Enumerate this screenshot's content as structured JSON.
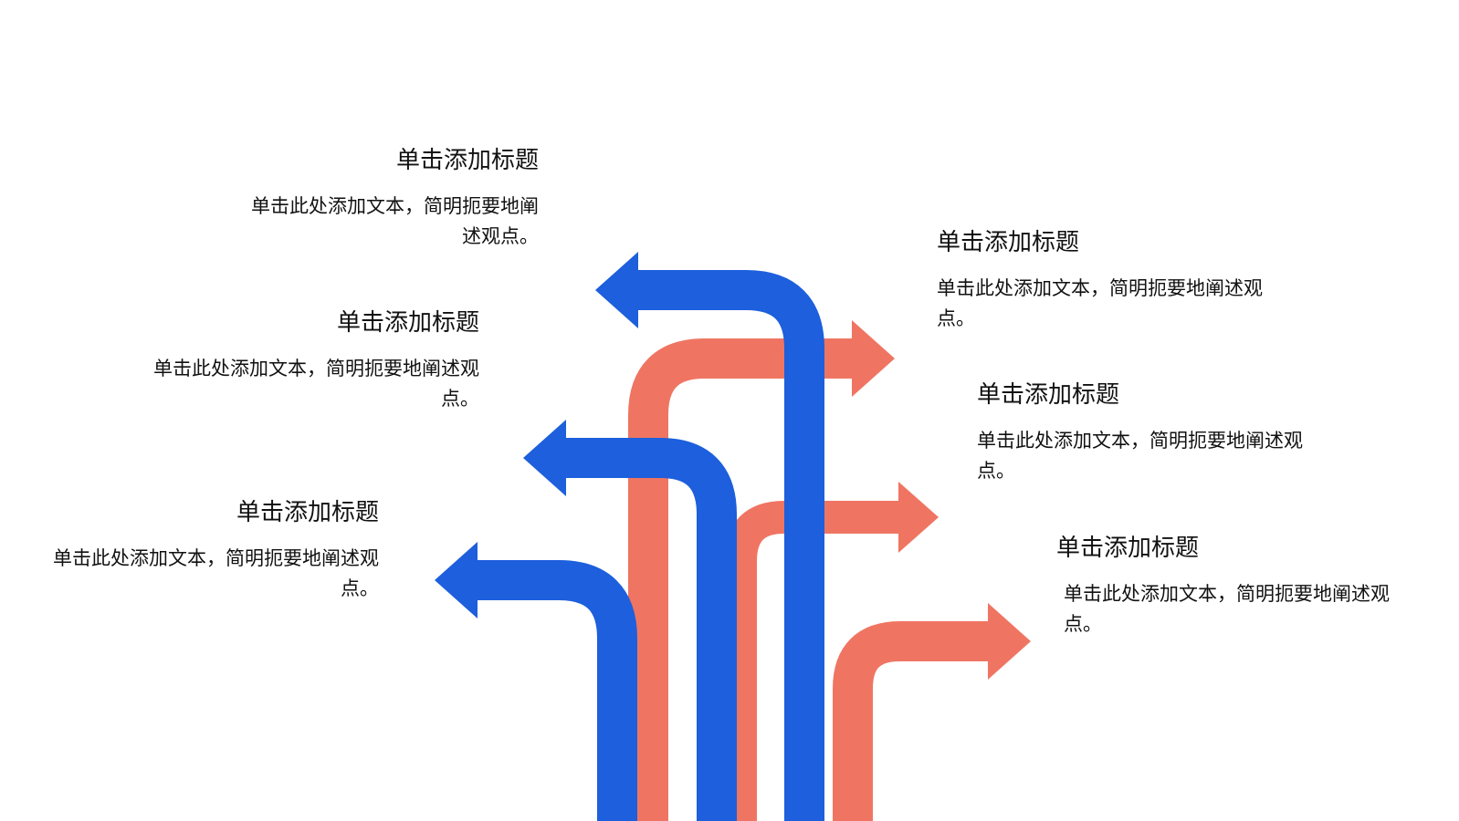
{
  "colors": {
    "blue": "#1d5fdc",
    "coral": "#ef7562",
    "text": "#111111"
  },
  "icons": {
    "blue_arrow": "left-turn-arrow",
    "coral_arrow": "right-turn-arrow"
  },
  "items": [
    {
      "side": "left",
      "title": "单击添加标题",
      "desc": "单击此处添加文本，简明扼要地阐述观点。"
    },
    {
      "side": "left",
      "title": "单击添加标题",
      "desc": "单击此处添加文本，简明扼要地阐述观点。"
    },
    {
      "side": "left",
      "title": "单击添加标题",
      "desc": "单击此处添加文本，简明扼要地阐述观点。"
    },
    {
      "side": "right",
      "title": "单击添加标题",
      "desc": "单击此处添加文本，简明扼要地阐述观点。"
    },
    {
      "side": "right",
      "title": "单击添加标题",
      "desc": "单击此处添加文本，简明扼要地阐述观点。"
    },
    {
      "side": "right",
      "title": "单击添加标题",
      "desc": "单击此处添加文本，简明扼要地阐述观点。"
    }
  ]
}
